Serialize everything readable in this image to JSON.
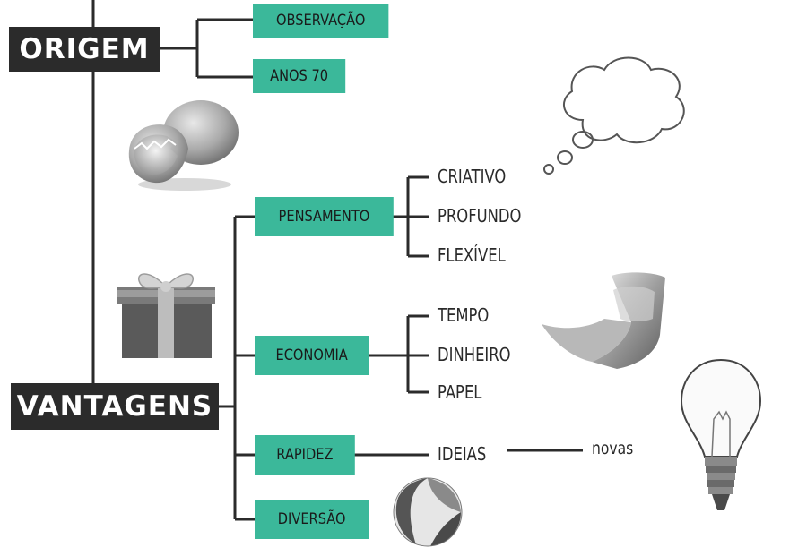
{
  "nodes": {
    "origem": "ORIGEM",
    "vantagens": "VANTAGENS",
    "observacao": "OBSERVAÇÃO",
    "anos70": "ANOS 70",
    "pensamento": "PENSAMENTO",
    "economia": "ECONOMIA",
    "rapidez": "RAPIDEZ",
    "diversao": "DIVERSÃO"
  },
  "pensamento_items": [
    "CRIATIVO",
    "PROFUNDO",
    "FLEXÍVEL"
  ],
  "economia_items": [
    "TEMPO",
    "DINHEIRO",
    "PAPEL"
  ],
  "rapidez_items": [
    "IDEIAS",
    "novas"
  ],
  "colors": {
    "black_box": "#2b2b2b",
    "green_box": "#3bb89a",
    "line": "#2b2b2b"
  },
  "illustrations": [
    "cracked-egg",
    "gift-box",
    "thought-cloud",
    "curled-banknote",
    "lightbulb",
    "beach-ball"
  ]
}
